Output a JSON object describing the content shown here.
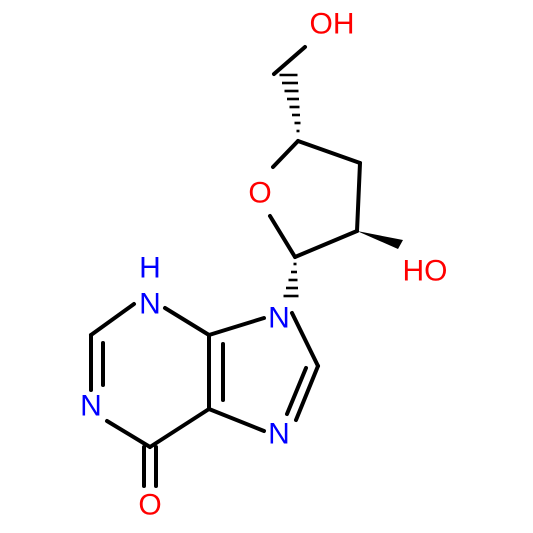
{
  "molecule": {
    "atoms": {
      "oh_top": "OH",
      "o_ring": "O",
      "oh_right": "HO",
      "n9": "N",
      "n3_h": "H",
      "n3": "N",
      "n1": "N",
      "n7": "N",
      "o_carbonyl": "O"
    }
  },
  "colors": {
    "bond": "#000000",
    "oxygen": "#ff0000",
    "nitrogen": "#0000ff",
    "background": "#ffffff"
  }
}
